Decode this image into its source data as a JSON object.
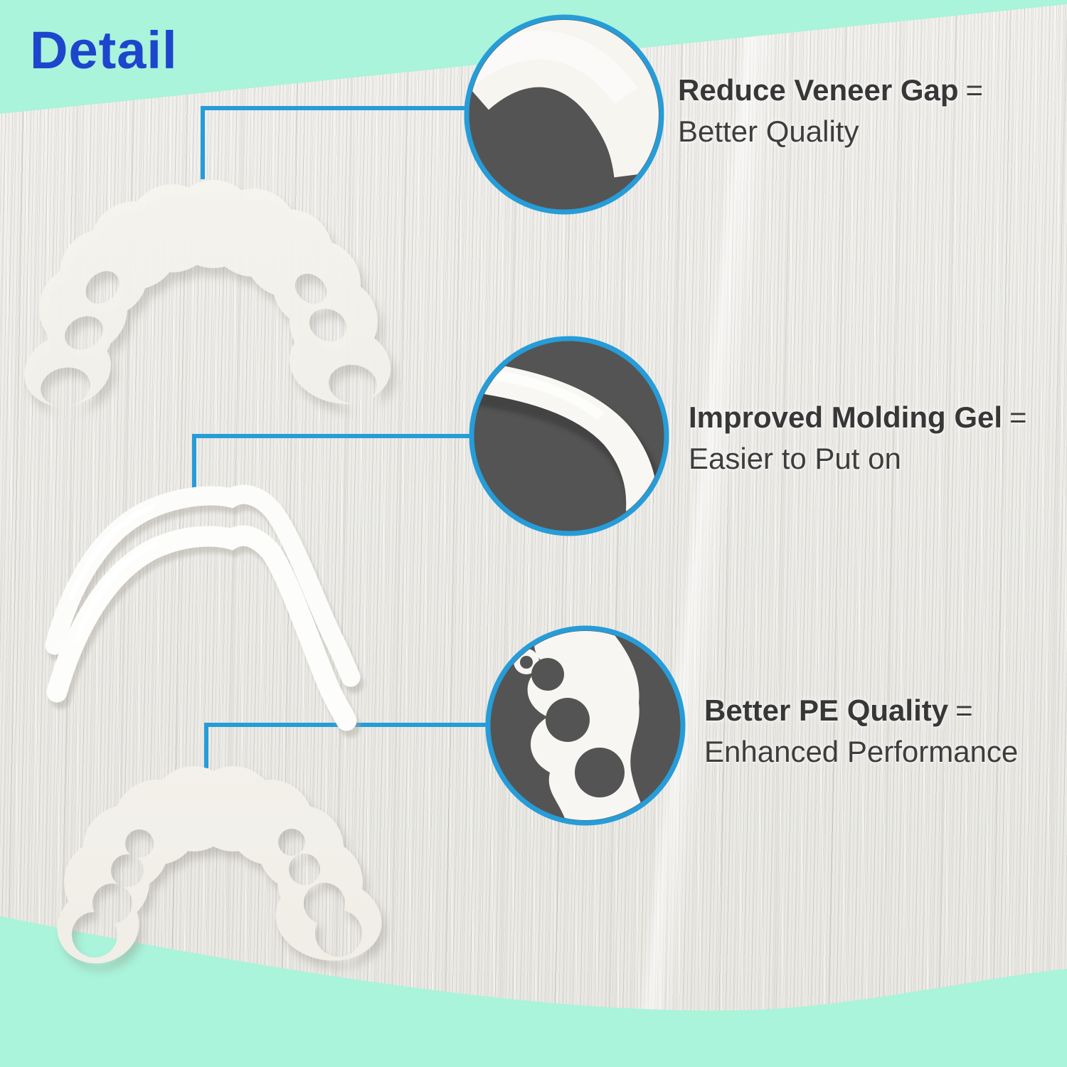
{
  "header": {
    "title": "Detail"
  },
  "features": [
    {
      "title": "Reduce Veneer Gap",
      "equals": "=",
      "subtitle": "Better Quality"
    },
    {
      "title": "Improved Molding Gel",
      "equals": "=",
      "subtitle": "Easier to Put on"
    },
    {
      "title": "Better PE Quality",
      "equals": "=",
      "subtitle": "Enhanced Performance"
    }
  ],
  "colors": {
    "banner_mint": "#A9F4DB",
    "title_blue": "#1D46CD",
    "callout_line_blue": "#269CD8",
    "callout_circle_gray": "#545454",
    "feature_text_gray": "#3D3D3D",
    "wood_background": "#EEEDEA",
    "product_white": "#F7F6F1"
  }
}
